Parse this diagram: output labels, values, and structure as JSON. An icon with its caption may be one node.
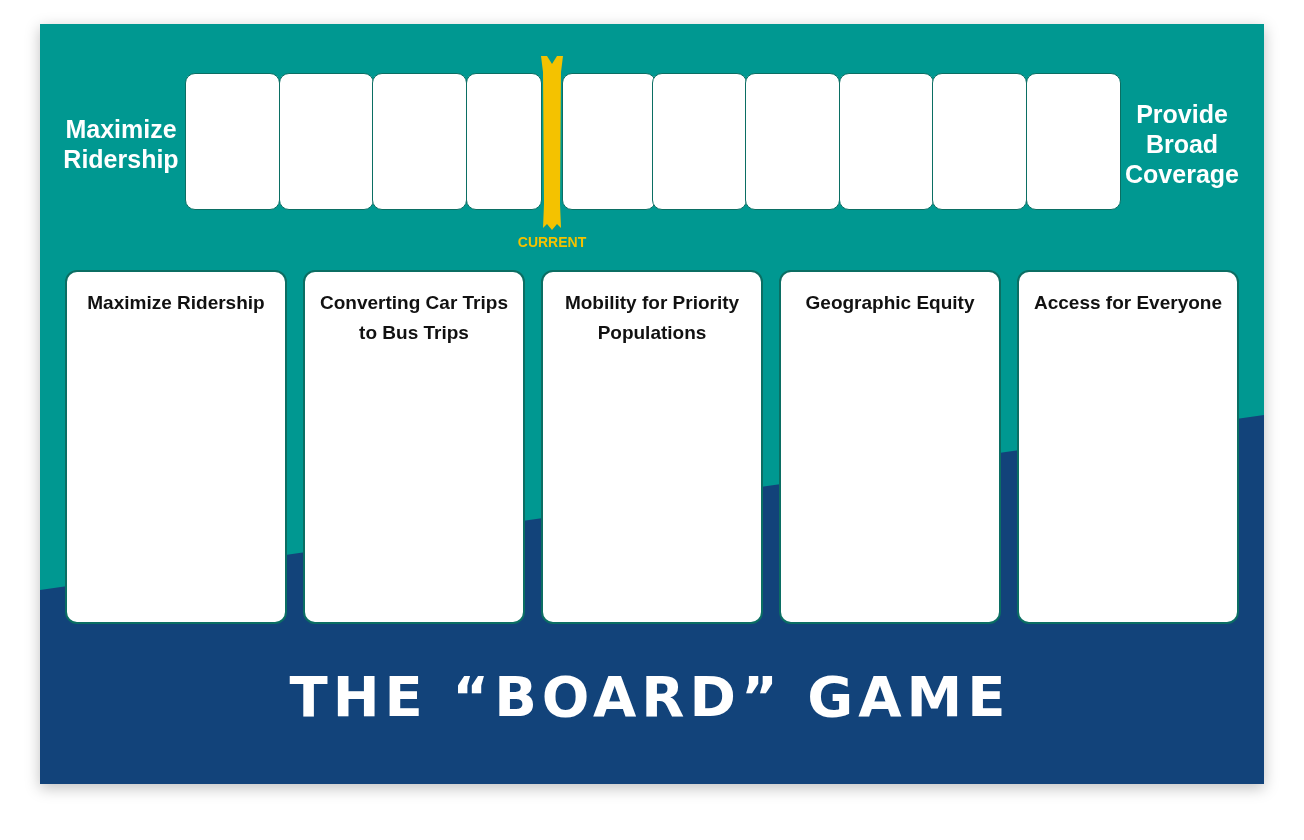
{
  "diagram": {
    "title": "THE “BOARD” GAME",
    "nodes": [
      {
        "text": [],
        "shape": "box",
        "beside": [
          "Maximize Ridership"
        ]
      },
      {
        "text": [],
        "shape": "box"
      },
      {
        "text": [],
        "shape": "box"
      },
      {
        "text": [],
        "shape": "box"
      },
      {
        "text": [],
        "shape": "box"
      },
      {
        "text": [],
        "shape": "box"
      },
      {
        "text": [],
        "shape": "box"
      },
      {
        "text": [],
        "shape": "box"
      },
      {
        "text": [],
        "shape": "box"
      },
      {
        "text": [],
        "shape": "box",
        "beside": [
          "Provide Broad Coverage"
        ]
      },
      {
        "text": [],
        "shape": "bar",
        "beside": [
          "CURRENT"
        ]
      },
      {
        "text": [
          "Maximize Ridership"
        ]
      },
      {
        "text": [
          "Converting Car Trips to Bus Trips"
        ]
      },
      {
        "text": [
          "Mobility for Priority Populations"
        ]
      },
      {
        "text": [
          "Geographic Equity"
        ]
      },
      {
        "text": [
          "Access for Everyone"
        ]
      }
    ],
    "edges": []
  }
}
